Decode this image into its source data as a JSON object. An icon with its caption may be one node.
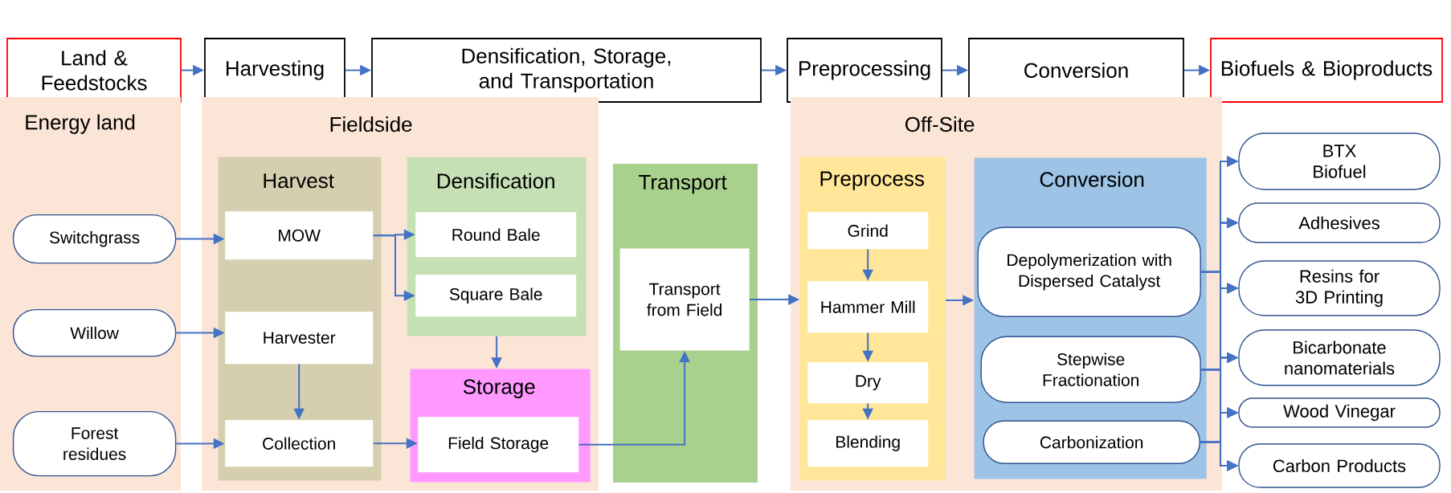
{
  "diagram": {
    "nodes": [
      {
        "text": [
          "Land & Feedstocks"
        ]
      },
      {
        "text": [
          "Harvesting"
        ]
      },
      {
        "text": [
          "Densification, Storage, and Transportation"
        ]
      },
      {
        "text": [
          "Preprocessing"
        ]
      },
      {
        "text": [
          "Conversion"
        ]
      },
      {
        "text": [
          "Biofuels & Bioproducts"
        ]
      },
      {
        "text": [
          "Energy land"
        ]
      },
      {
        "text": [
          "Switchgrass"
        ],
        "in": 6
      },
      {
        "text": [
          "Willow"
        ],
        "in": 6
      },
      {
        "text": [
          "Forest residues"
        ],
        "in": 6
      },
      {
        "text": [
          "Fieldside"
        ]
      },
      {
        "text": [
          "Harvest"
        ],
        "in": 10
      },
      {
        "text": [
          "MOW"
        ],
        "in": 11
      },
      {
        "text": [
          "Harvester"
        ],
        "in": 11
      },
      {
        "text": [
          "Collection"
        ],
        "in": 11
      },
      {
        "text": [
          "Densification"
        ],
        "in": 10
      },
      {
        "text": [
          "Round Bale"
        ],
        "in": 15
      },
      {
        "text": [
          "Square Bale"
        ],
        "in": 15
      },
      {
        "text": [
          "Storage"
        ],
        "in": 10
      },
      {
        "text": [
          "Field Storage"
        ],
        "in": 18
      },
      {
        "text": [
          "Transport"
        ]
      },
      {
        "text": [
          "Transport from Field"
        ],
        "in": 20
      },
      {
        "text": [
          "Off-Site"
        ]
      },
      {
        "text": [
          "Preprocess"
        ],
        "in": 22
      },
      {
        "text": [
          "Grind"
        ],
        "in": 23
      },
      {
        "text": [
          "Hammer Mill"
        ],
        "in": 23
      },
      {
        "text": [
          "Dry"
        ],
        "in": 23
      },
      {
        "text": [
          "Blending"
        ],
        "in": 23
      },
      {
        "text": [
          "Conversion"
        ],
        "in": 22
      },
      {
        "text": [
          "Depolymerization with Dispersed Catalyst"
        ],
        "in": 28
      },
      {
        "text": [
          "Stepwise Fractionation"
        ],
        "in": 28
      },
      {
        "text": [
          "Carbonization"
        ],
        "in": 28
      },
      {
        "text": [
          "BTX Biofuel"
        ]
      },
      {
        "text": [
          "Adhesives"
        ]
      },
      {
        "text": [
          "Resins for 3D Printing"
        ]
      },
      {
        "text": [
          "Bicarbonate nanomaterials"
        ]
      },
      {
        "text": [
          "Wood Vinegar"
        ]
      },
      {
        "text": [
          "Carbon Products"
        ]
      }
    ],
    "edges": [
      {
        "from": 0,
        "to": 1,
        "arrow": "to"
      },
      {
        "from": 1,
        "to": 2,
        "arrow": "to"
      },
      {
        "from": 2,
        "to": 3,
        "arrow": "to"
      },
      {
        "from": 3,
        "to": 4,
        "arrow": "to"
      },
      {
        "from": 4,
        "to": 5,
        "arrow": "to"
      },
      {
        "from": 7,
        "to": 12,
        "arrow": "to"
      },
      {
        "from": 8,
        "to": 13,
        "arrow": "to"
      },
      {
        "from": 9,
        "to": 14,
        "arrow": "to"
      },
      {
        "from": 12,
        "to": 16,
        "arrow": "to"
      },
      {
        "from": 12,
        "to": 17,
        "arrow": "to"
      },
      {
        "from": 13,
        "to": 14,
        "arrow": "to"
      },
      {
        "from": 14,
        "to": 19,
        "arrow": "to"
      },
      {
        "from": 15,
        "to": 18,
        "arrow": "to"
      },
      {
        "from": 19,
        "to": 21,
        "arrow": "to"
      },
      {
        "from": 21,
        "to": 23,
        "arrow": "to"
      },
      {
        "from": 23,
        "to": 28,
        "arrow": "to"
      },
      {
        "from": 24,
        "to": 25,
        "arrow": "to"
      },
      {
        "from": 25,
        "to": 26,
        "arrow": "to"
      },
      {
        "from": 26,
        "to": 27,
        "arrow": "to"
      },
      {
        "from": 29,
        "to": 32,
        "arrow": "to"
      },
      {
        "from": 29,
        "to": 33,
        "arrow": "to"
      },
      {
        "from": 29,
        "to": 34,
        "arrow": "to"
      },
      {
        "from": 29,
        "to": 35,
        "arrow": "to"
      },
      {
        "from": 29,
        "to": 36,
        "arrow": "to"
      },
      {
        "from": 29,
        "to": 37,
        "arrow": "to"
      },
      {
        "from": 30,
        "to": 32,
        "arrow": "to"
      },
      {
        "from": 30,
        "to": 33,
        "arrow": "to"
      },
      {
        "from": 30,
        "to": 34,
        "arrow": "to"
      },
      {
        "from": 30,
        "to": 35,
        "arrow": "to"
      },
      {
        "from": 30,
        "to": 36,
        "arrow": "to"
      },
      {
        "from": 30,
        "to": 37,
        "arrow": "to"
      },
      {
        "from": 31,
        "to": 32,
        "arrow": "to"
      },
      {
        "from": 31,
        "to": 33,
        "arrow": "to"
      },
      {
        "from": 31,
        "to": 34,
        "arrow": "to"
      },
      {
        "from": 31,
        "to": 35,
        "arrow": "to"
      },
      {
        "from": 31,
        "to": 36,
        "arrow": "to"
      },
      {
        "from": 31,
        "to": 37,
        "arrow": "to"
      }
    ]
  }
}
